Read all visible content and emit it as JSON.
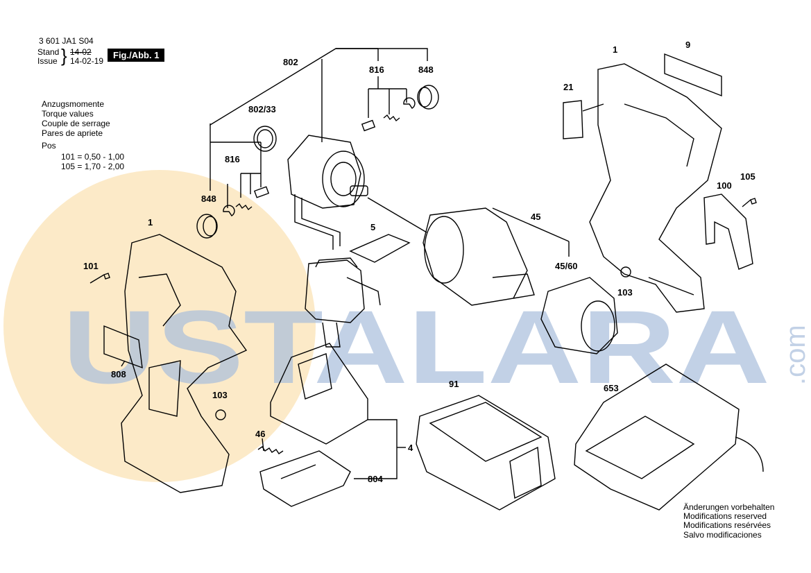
{
  "header": {
    "part_number": "3 601 JA1 S04",
    "stand_label": "Stand",
    "issue_label": "Issue",
    "old_date": "14-02",
    "new_date": "14-02-19",
    "figure": "Fig./Abb. 1"
  },
  "torque": {
    "lines": [
      "Anzugsmomente",
      "Torque values",
      "Couple de serrage",
      "Pares de apriete"
    ],
    "pos_label": "Pos",
    "values": [
      "101 =  0,50 - 1,00",
      "105 =  1,70 - 2,00"
    ]
  },
  "watermark": {
    "text": "USTALARA",
    "suffix": ".com"
  },
  "callouts": {
    "c802": "802",
    "c816a": "816",
    "c848a": "848",
    "c802_33": "802/33",
    "c816b": "816",
    "c848b": "848",
    "c1a": "1",
    "c101": "101",
    "c808": "808",
    "c103a": "103",
    "c5": "5",
    "c45": "45",
    "c45_60": "45/60",
    "c46": "46",
    "c4": "4",
    "c804": "804",
    "c91": "91",
    "c653": "653",
    "c1b": "1",
    "c9": "9",
    "c21": "21",
    "c100": "100",
    "c105": "105",
    "c103b": "103"
  },
  "footer": {
    "lines": [
      "Änderungen vorbehalten",
      "Modifications reserved",
      "Modifications resérvées",
      "Salvo modificaciones"
    ]
  },
  "colors": {
    "watermark_blue": "#9fb6d6",
    "watermark_orange": "#f5c26b",
    "line": "#000000"
  }
}
